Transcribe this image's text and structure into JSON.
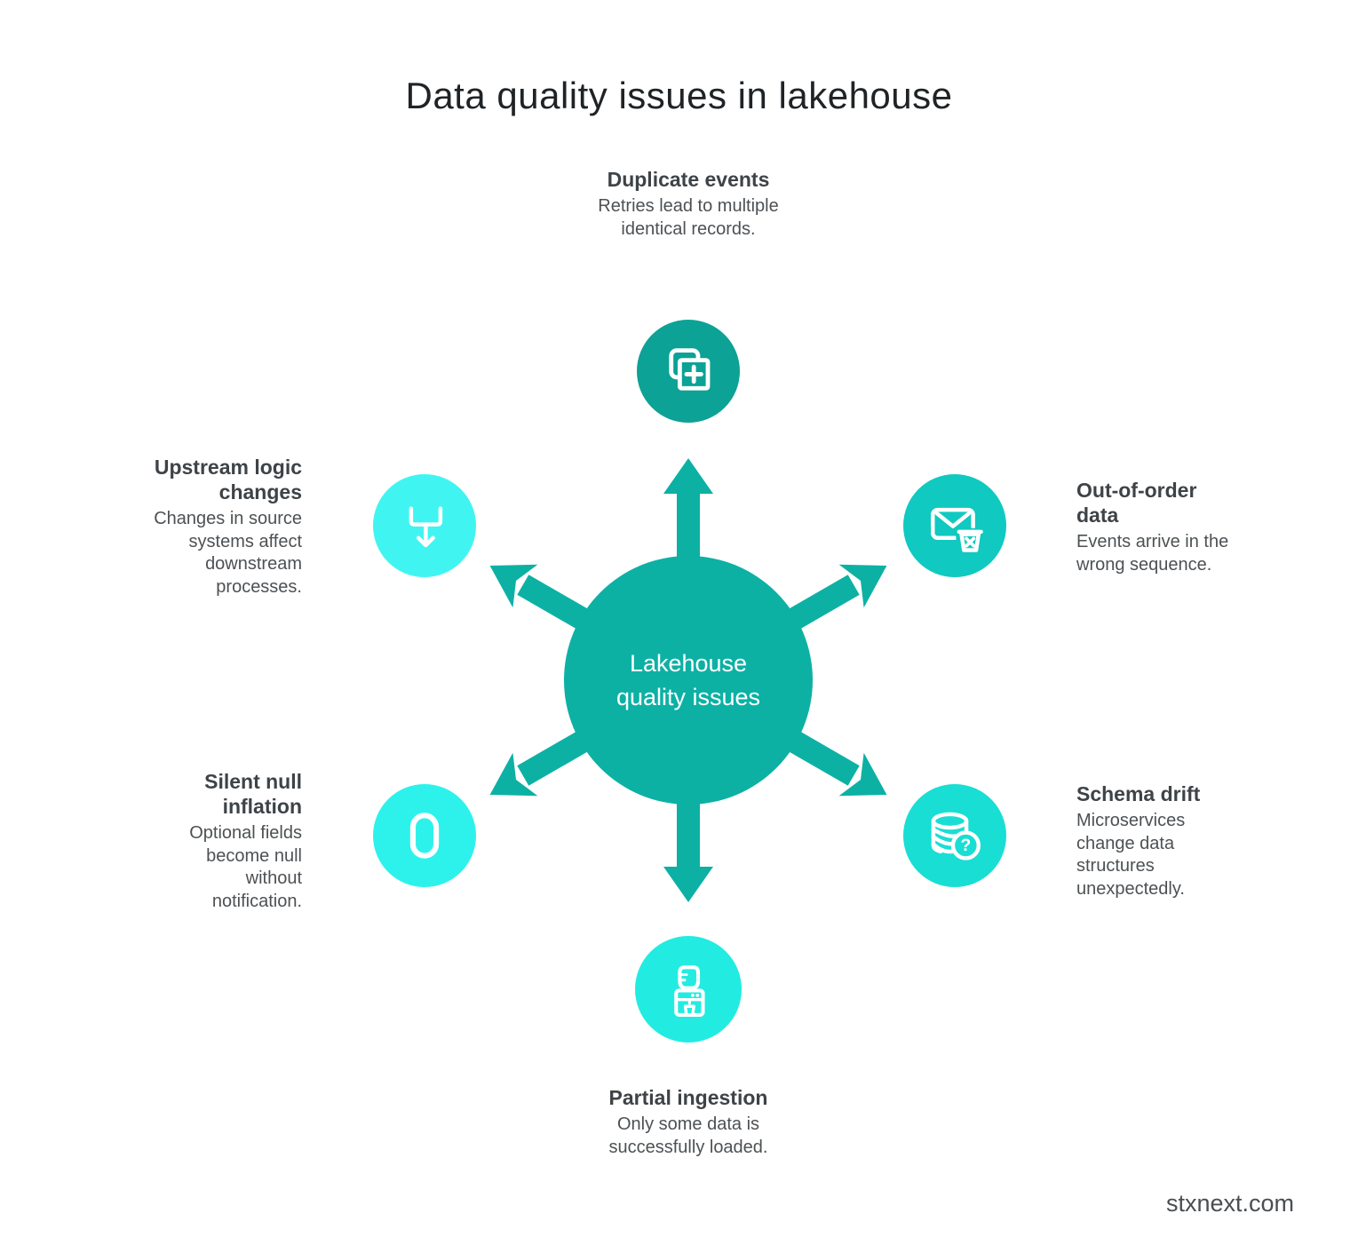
{
  "title": "Data quality issues in lakehouse",
  "hub": {
    "line1": "Lakehouse",
    "line2": "quality issues"
  },
  "nodes": [
    {
      "id": "duplicate-events",
      "position": "top",
      "icon": "copy-plus-icon",
      "heading": "Duplicate events",
      "body": "Retries lead to multiple identical records.",
      "circle_color": "#0ca296"
    },
    {
      "id": "out-of-order-data",
      "position": "upper-right",
      "icon": "email-delete-icon",
      "heading": "Out-of-order data",
      "body": "Events arrive in the wrong sequence.",
      "circle_color": "#10c9c0"
    },
    {
      "id": "schema-drift",
      "position": "lower-right",
      "icon": "database-question-icon",
      "heading": "Schema drift",
      "body": "Microservices change data structures unexpectedly.",
      "circle_color": "#19ded4"
    },
    {
      "id": "partial-ingestion",
      "position": "bottom",
      "icon": "water-dispenser-icon",
      "heading": "Partial ingestion",
      "body": "Only some data is successfully loaded.",
      "circle_color": "#22ece1"
    },
    {
      "id": "silent-null-inflation",
      "position": "lower-left",
      "icon": "null-capsule-icon",
      "heading": "Silent null inflation",
      "body": "Optional fields become null without notification.",
      "circle_color": "#2df2ec"
    },
    {
      "id": "upstream-logic-changes",
      "position": "upper-left",
      "icon": "merge-down-icon",
      "heading": "Upstream logic changes",
      "body": "Changes in source systems affect downstream processes.",
      "circle_color": "#40f5f1"
    }
  ],
  "footer": {
    "website": "stxnext.com"
  },
  "colors": {
    "background": "#ffffff",
    "hub": "#0cb1a4",
    "arrows": "#0cb1a4",
    "title_text": "#1f2326",
    "heading_text": "#3e4347",
    "body_text": "#4d5154",
    "hub_text": "#ffffff"
  }
}
